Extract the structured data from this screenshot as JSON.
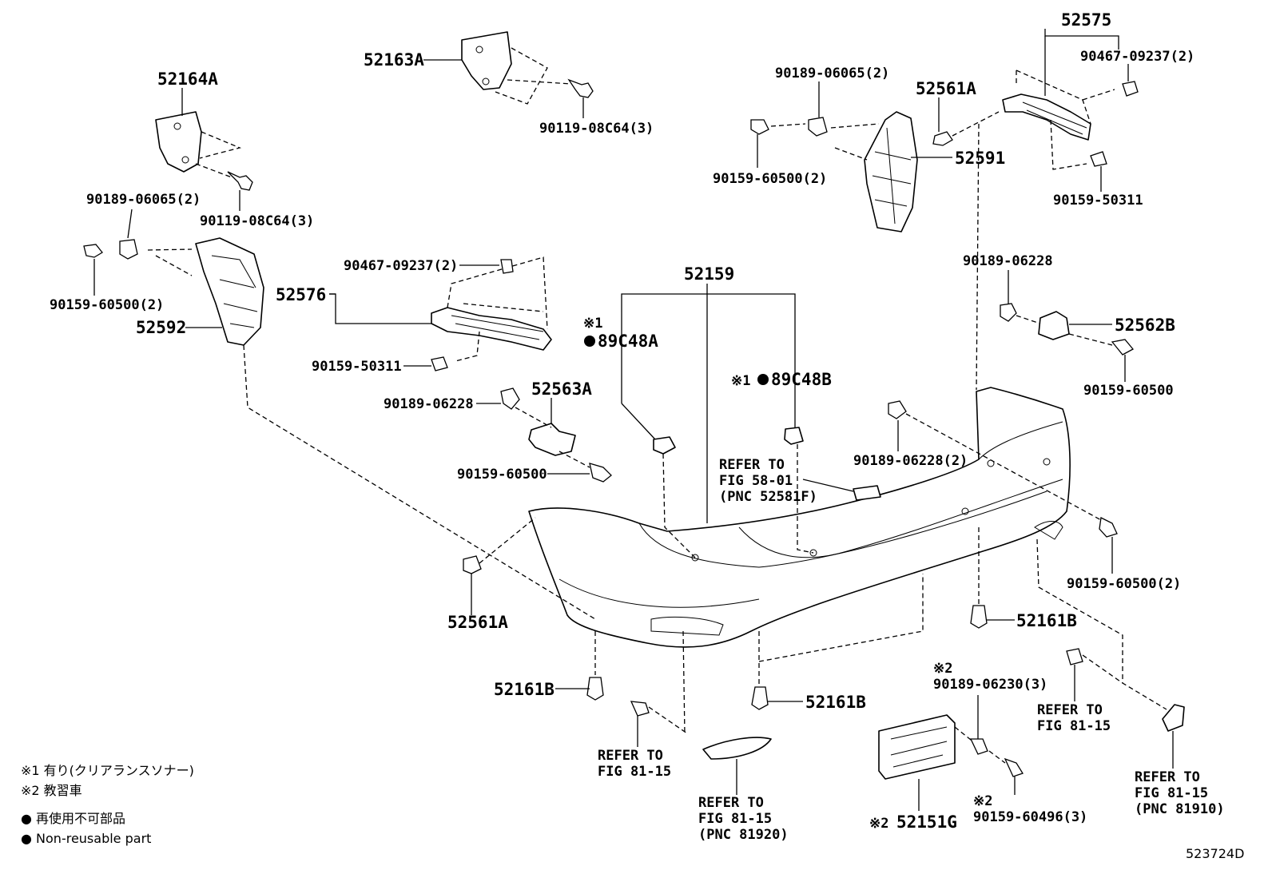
{
  "labels": {
    "p52164A": "52164A",
    "p52163A": "52163A",
    "p90119_a": "90119-08C64(3)",
    "p90119_b": "90119-08C64(3)",
    "p90189_06065_left": "90189-06065(2)",
    "p90159_60500_left": "90159-60500(2)",
    "p52592": "52592",
    "p90467_left": "90467-09237(2)",
    "p52576": "52576",
    "p90159_50311_left": "90159-50311",
    "p52159": "52159",
    "p89C48A": "89C48A",
    "p89C48B": "89C48B",
    "p90189_06228_left": "90189-06228",
    "p52563A": "52563A",
    "p90159_60500_mid": "90159-60500",
    "p52575": "52575",
    "p90467_right": "90467-09237(2)",
    "p90189_06065_right": "90189-06065(2)",
    "p52561A_top": "52561A",
    "p52591": "52591",
    "p90159_60500_right": "90159-60500(2)",
    "p90159_50311_right": "90159-50311",
    "p90189_06228_right": "90189-06228",
    "p52562B": "52562B",
    "p90159_60500_r2": "90159-60500",
    "p90189_06228_2": "90189-06228(2)",
    "p90159_60500_r3": "90159-60500(2)",
    "p52561A_bottom": "52561A",
    "p52161B_a": "52161B",
    "p52161B_b": "52161B",
    "p52161B_c": "52161B",
    "p90189_06230": "90189-06230(3)",
    "p52151G": "52151G",
    "p90159_60496": "90159-60496(3)",
    "mark1": "※1",
    "mark1b": "※1",
    "mark2a": "※2",
    "mark2b": "※2",
    "mark2c": "※2"
  },
  "refers": {
    "r1": [
      "REFER TO",
      "FIG 58-01",
      "(PNC 52581F)"
    ],
    "r2": [
      "REFER TO",
      "FIG 81-15"
    ],
    "r3": [
      "REFER TO",
      "FIG 81-15",
      "(PNC 81920)"
    ],
    "r4": [
      "REFER TO",
      "FIG 81-15"
    ],
    "r5": [
      "REFER TO",
      "FIG 81-15",
      "(PNC 81910)"
    ]
  },
  "legend": {
    "note1": "※1 有り(クリアランスソナー)",
    "note2": "※2 教習車",
    "dot_jp": "● 再使用不可部品",
    "dot_en": "● Non-reusable part"
  },
  "diagram_id": "523724D"
}
